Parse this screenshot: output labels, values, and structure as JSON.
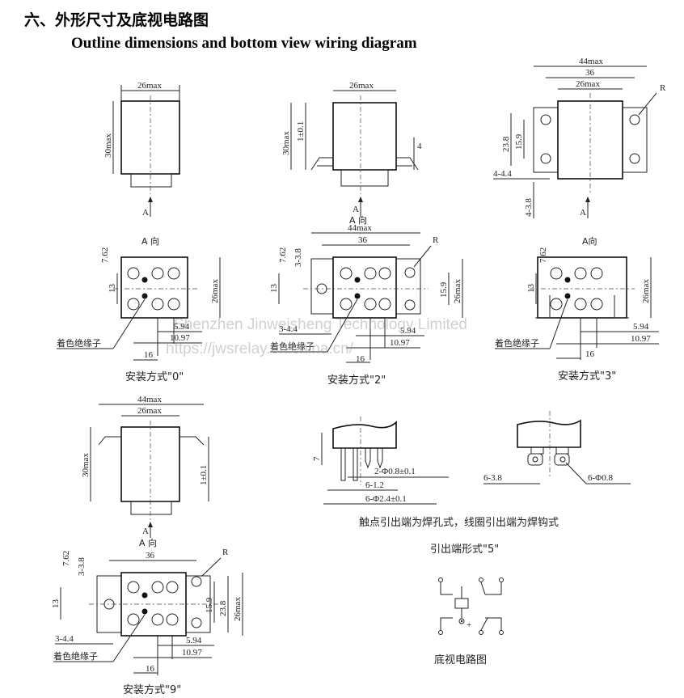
{
  "header": {
    "title_cn": "六、外形尺寸及底视电路图",
    "title_en": "Outline dimensions and bottom view wiring diagram"
  },
  "watermark": {
    "line1": "Shenzhen Jinweisheng Technology Limited",
    "line2": "https://jwsrelay.en.china.cn/"
  },
  "side0": {
    "w": "26max",
    "h": "30max",
    "arrow": "A"
  },
  "side2": {
    "w": "26max",
    "h": "30max",
    "tol": "1±0.1",
    "flange": "4",
    "arrow": "A",
    "dir": "A 向"
  },
  "top3": {
    "w44": "44max",
    "w36": "36",
    "w26": "26max",
    "r": "R",
    "h23": "23.8",
    "h15": "15.9",
    "hole": "4-4.4",
    "slot": "4-3.8",
    "arrow": "A"
  },
  "mount0": {
    "dir": "A 向",
    "d762": "7.62",
    "d13": "13",
    "d26": "26max",
    "d594": "5.94",
    "d1097": "10.97",
    "d16": "16",
    "insulator": "着色绝缘子",
    "caption": "安装方式\"0\""
  },
  "mount2": {
    "w44": "44max",
    "w36": "36",
    "r": "R",
    "d762": "7.62",
    "d338": "3-3.8",
    "d13": "13",
    "d159": "15.9",
    "d26": "26max",
    "d344": "3-4.4",
    "d594": "5.94",
    "d1097": "10.97",
    "d16": "16",
    "insulator": "着色绝缘子",
    "caption": "安装方式\"2\""
  },
  "mount3": {
    "dir": "A向",
    "d762": "7.62",
    "d13": "13",
    "d26": "26max",
    "d594": "5.94",
    "d1097": "10.97",
    "d16": "16",
    "insulator": "着色绝缘子",
    "caption": "安装方式\"3\""
  },
  "side9": {
    "w44": "44max",
    "w26": "26max",
    "h": "30max",
    "tol": "1±0.1",
    "arrow": "A",
    "dir": "A 向"
  },
  "mount9": {
    "w36": "36",
    "r": "R",
    "d762": "7.62",
    "d338": "3-3.8",
    "d13": "13",
    "d159": "15.9",
    "d238": "23.8",
    "d26": "26max",
    "d344": "3-4.4",
    "d594": "5.94",
    "d1097": "10.97",
    "d16": "16",
    "insulator": "着色绝缘子",
    "caption": "安装方式\"9\""
  },
  "pins5": {
    "h7": "7",
    "d08": "2-Φ0.8±0.1",
    "d12": "6-1.2",
    "d24": "6-Φ2.4±0.1",
    "d38": "6-3.8",
    "d08b": "6-Φ0.8",
    "note": "触点引出端为焊孔式，线圈引出端为焊钩式",
    "caption": "引出端形式\"5\""
  },
  "wiring": {
    "plus": "+",
    "caption": "底视电路图"
  }
}
